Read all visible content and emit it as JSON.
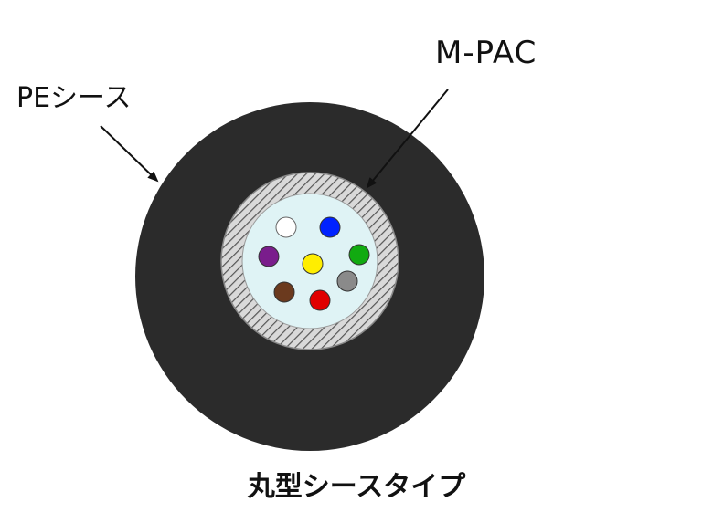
{
  "labels": {
    "mpac": "M-PAC",
    "pe_sheath": "PEシース",
    "caption": "丸型シースタイプ"
  },
  "colors": {
    "sheath": "#2b2b2b",
    "hatch_band": "#d9d9d9",
    "hatch_line": "#555555",
    "core": "#dff3f5",
    "fibers": [
      "#ffffff",
      "#0022ff",
      "#7a1d8c",
      "#ffee00",
      "#11aa11",
      "#6b3a1e",
      "#e00000",
      "#8a8a8a"
    ]
  },
  "fiber_count": 8
}
